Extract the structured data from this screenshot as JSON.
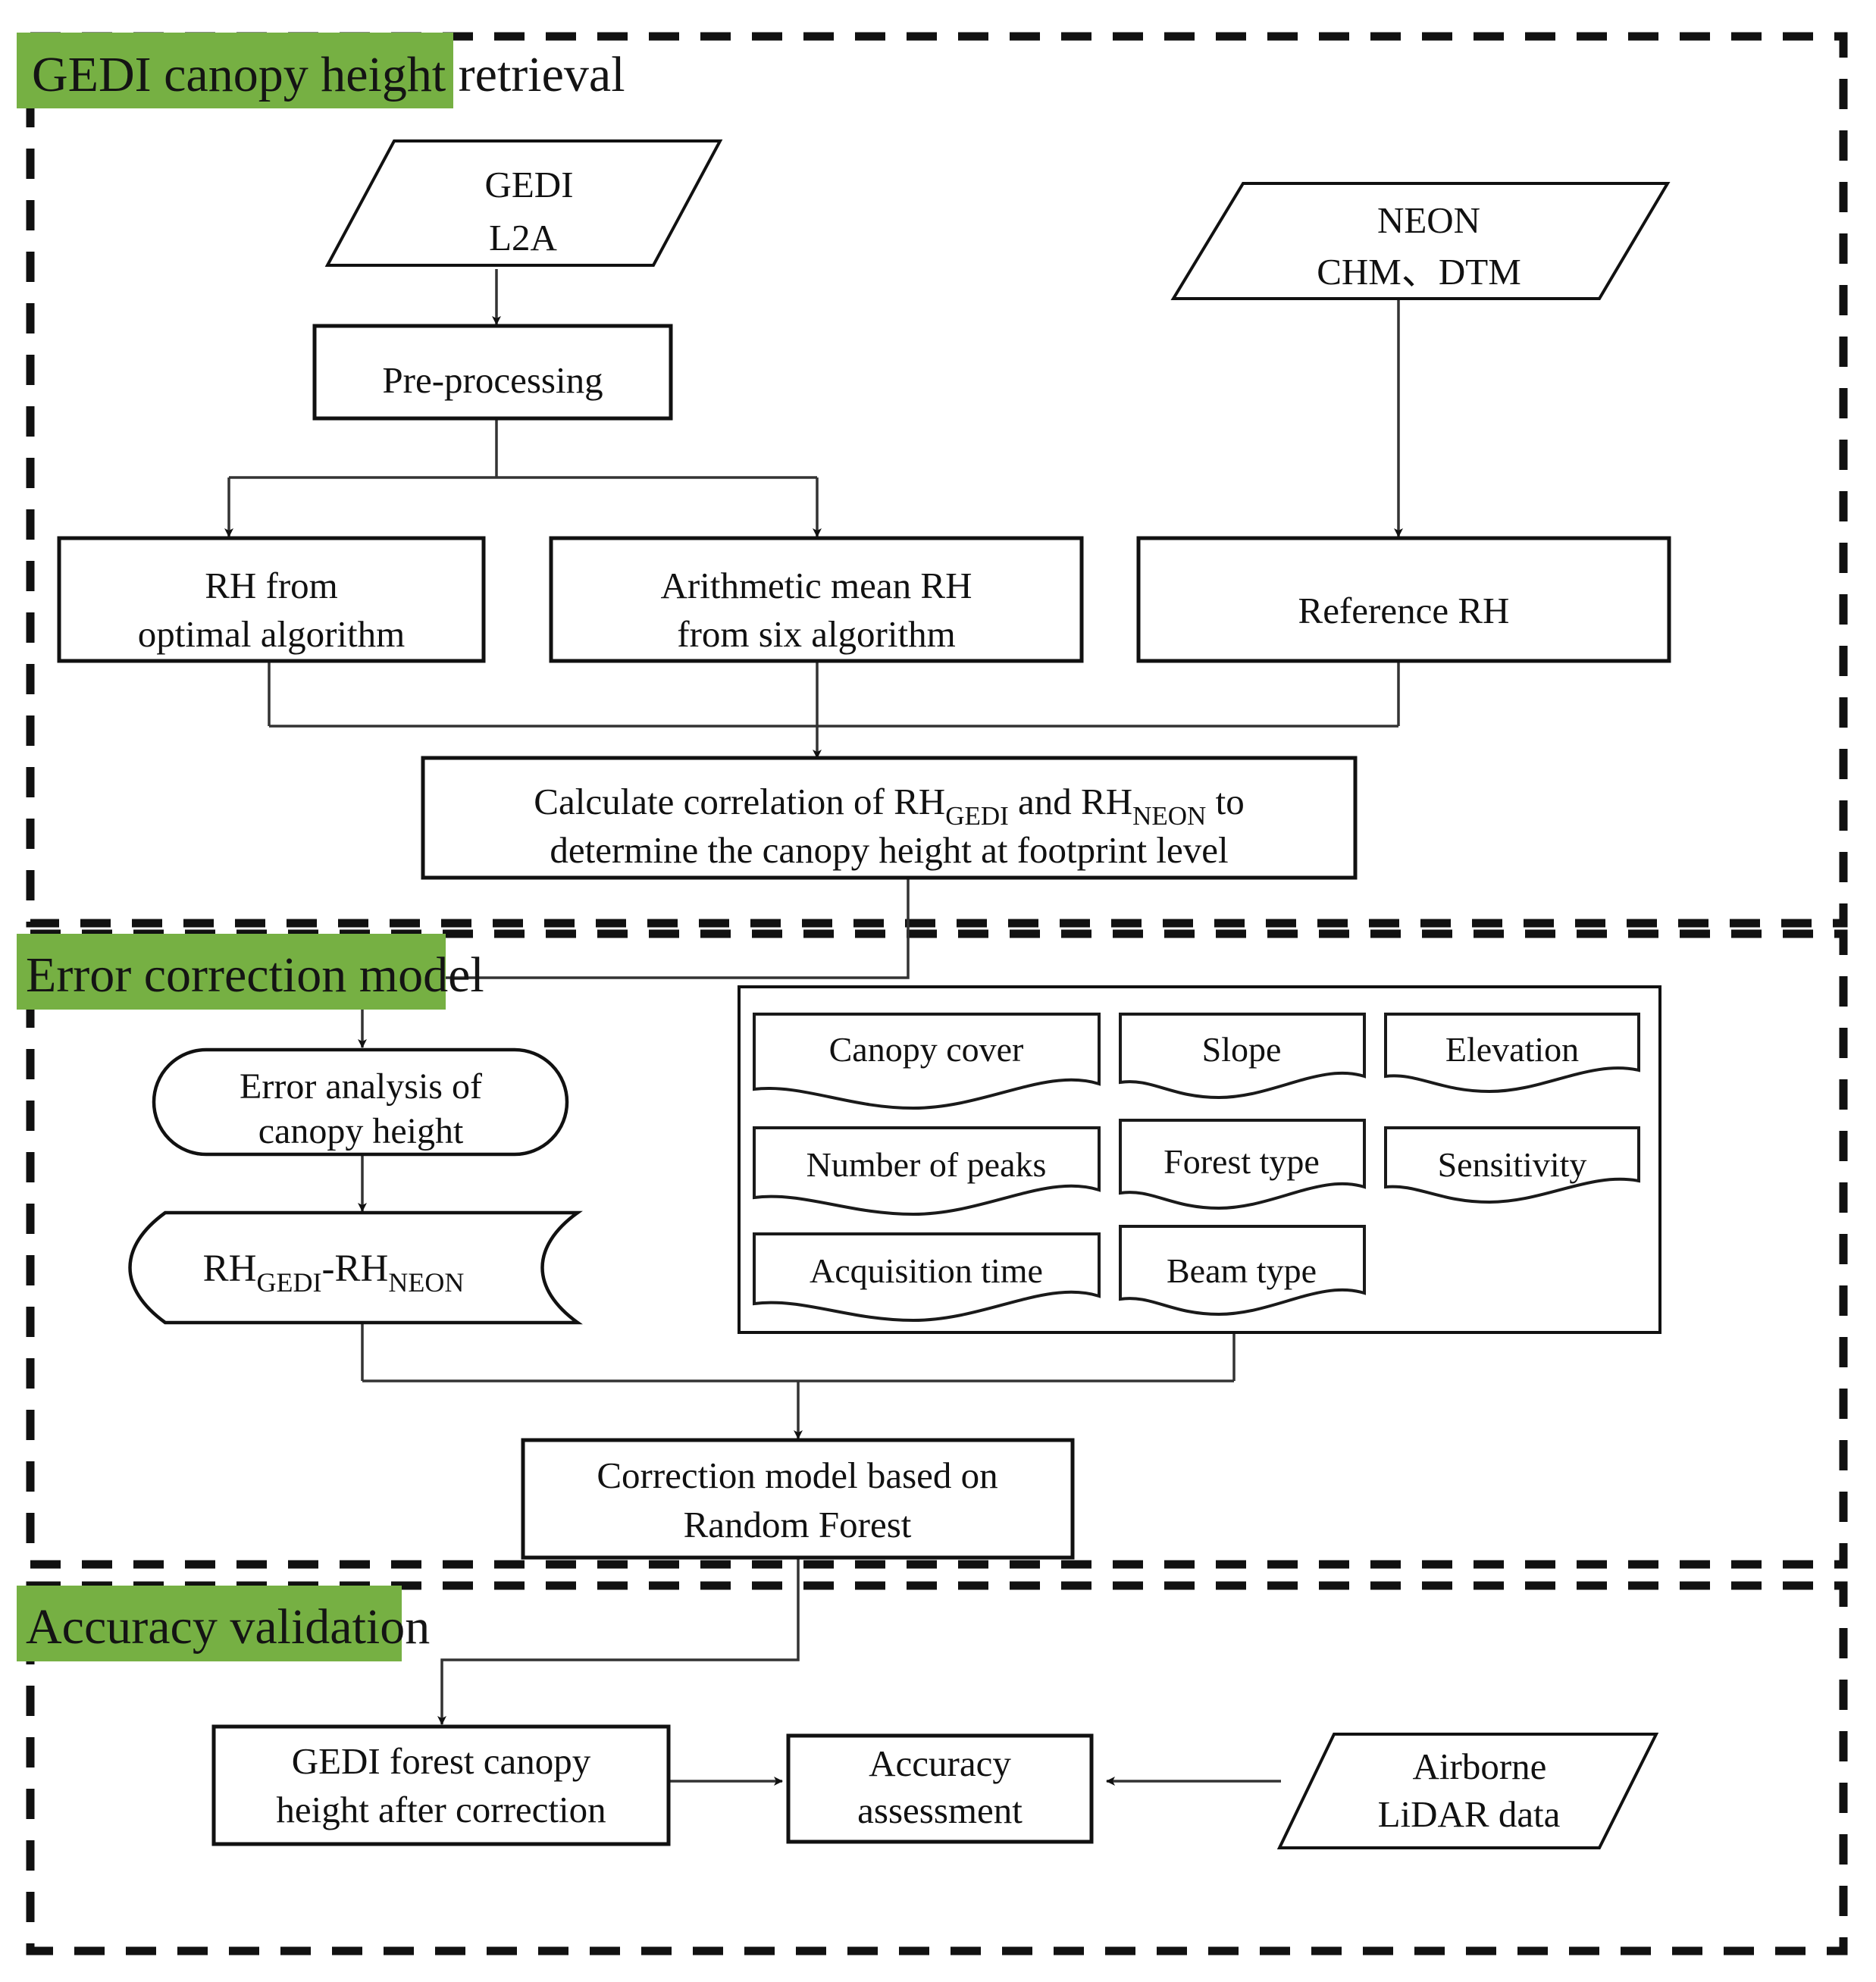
{
  "figure": {
    "type": "flowchart",
    "title_hidden": "",
    "accent_green": "#76b043",
    "line_color": "#1a1a1a",
    "background": "#ffffff",
    "section_border_style": "dashed"
  },
  "sections": [
    {
      "id": "retrieval",
      "label": "GEDI canopy height retrieval"
    },
    {
      "id": "error",
      "label": "Error correction model"
    },
    {
      "id": "validation",
      "label": "Accuracy validation"
    }
  ],
  "nodes": {
    "gedi_l2a": {
      "line1": "GEDI",
      "line2": "L2A",
      "shape": "parallelogram"
    },
    "neon": {
      "line1": "NEON",
      "line2": "CHM、DTM",
      "shape": "parallelogram"
    },
    "preprocessing": {
      "line1": "Pre-processing",
      "shape": "rect"
    },
    "rh_optimal": {
      "line1": "RH from",
      "line2": "optimal algorithm",
      "shape": "rect"
    },
    "rh_mean": {
      "line1": "Arithmetic mean RH",
      "line2": "from six algorithm",
      "shape": "rect"
    },
    "reference_rh": {
      "line1": "Reference RH",
      "shape": "rect"
    },
    "correlation": {
      "line1_a": "Calculate correlation of RH",
      "line1_sub1": "GEDI",
      "line1_b": " and RH",
      "line1_sub2": "NEON",
      "line1_c": " to",
      "line2": "determine the canopy height at footprint level",
      "shape": "rect"
    },
    "error_analysis": {
      "line1": "Error analysis of",
      "line2": "canopy height",
      "shape": "stadium"
    },
    "rh_diff": {
      "base": "RH",
      "sub1": "GEDI",
      "dash": "-RH",
      "sub2": "NEON",
      "shape": "delay"
    },
    "correction_model": {
      "line1": "Correction model based on",
      "line2": "Random Forest",
      "shape": "rect"
    },
    "gedi_corrected": {
      "line1": "GEDI forest canopy",
      "line2": "height after correction",
      "shape": "rect"
    },
    "accuracy": {
      "line1": "Accuracy",
      "line2": "assessment",
      "shape": "rect"
    },
    "airborne": {
      "line1": "Airborne",
      "line2": "LiDAR data",
      "shape": "parallelogram"
    }
  },
  "features": {
    "group_label_hidden": "",
    "items": [
      {
        "label": "Canopy cover"
      },
      {
        "label": "Slope"
      },
      {
        "label": "Elevation"
      },
      {
        "label": "Number of peaks"
      },
      {
        "label": "Forest type"
      },
      {
        "label": "Sensitivity"
      },
      {
        "label": "Acquisition time"
      },
      {
        "label": "Beam type"
      }
    ]
  },
  "edges": [
    {
      "from": "gedi_l2a",
      "to": "preprocessing",
      "arrow": true
    },
    {
      "from": "preprocessing",
      "to": "rh_optimal",
      "arrow": true
    },
    {
      "from": "preprocessing",
      "to": "rh_mean",
      "arrow": true
    },
    {
      "from": "neon",
      "to": "reference_rh",
      "arrow": true
    },
    {
      "from": "rh_optimal",
      "to": "correlation",
      "arrow": false
    },
    {
      "from": "rh_mean",
      "to": "correlation",
      "arrow": true
    },
    {
      "from": "reference_rh",
      "to": "correlation",
      "arrow": false
    },
    {
      "from": "correlation",
      "to": "error_analysis",
      "arrow": true
    },
    {
      "from": "error_analysis",
      "to": "rh_diff",
      "arrow": true
    },
    {
      "from": "rh_diff",
      "to": "correction_model",
      "arrow": false
    },
    {
      "from": "features",
      "to": "correction_model",
      "arrow": true
    },
    {
      "from": "correction_model",
      "to": "gedi_corrected",
      "arrow": true
    },
    {
      "from": "gedi_corrected",
      "to": "accuracy",
      "arrow": true
    },
    {
      "from": "airborne",
      "to": "accuracy",
      "arrow": true
    }
  ]
}
